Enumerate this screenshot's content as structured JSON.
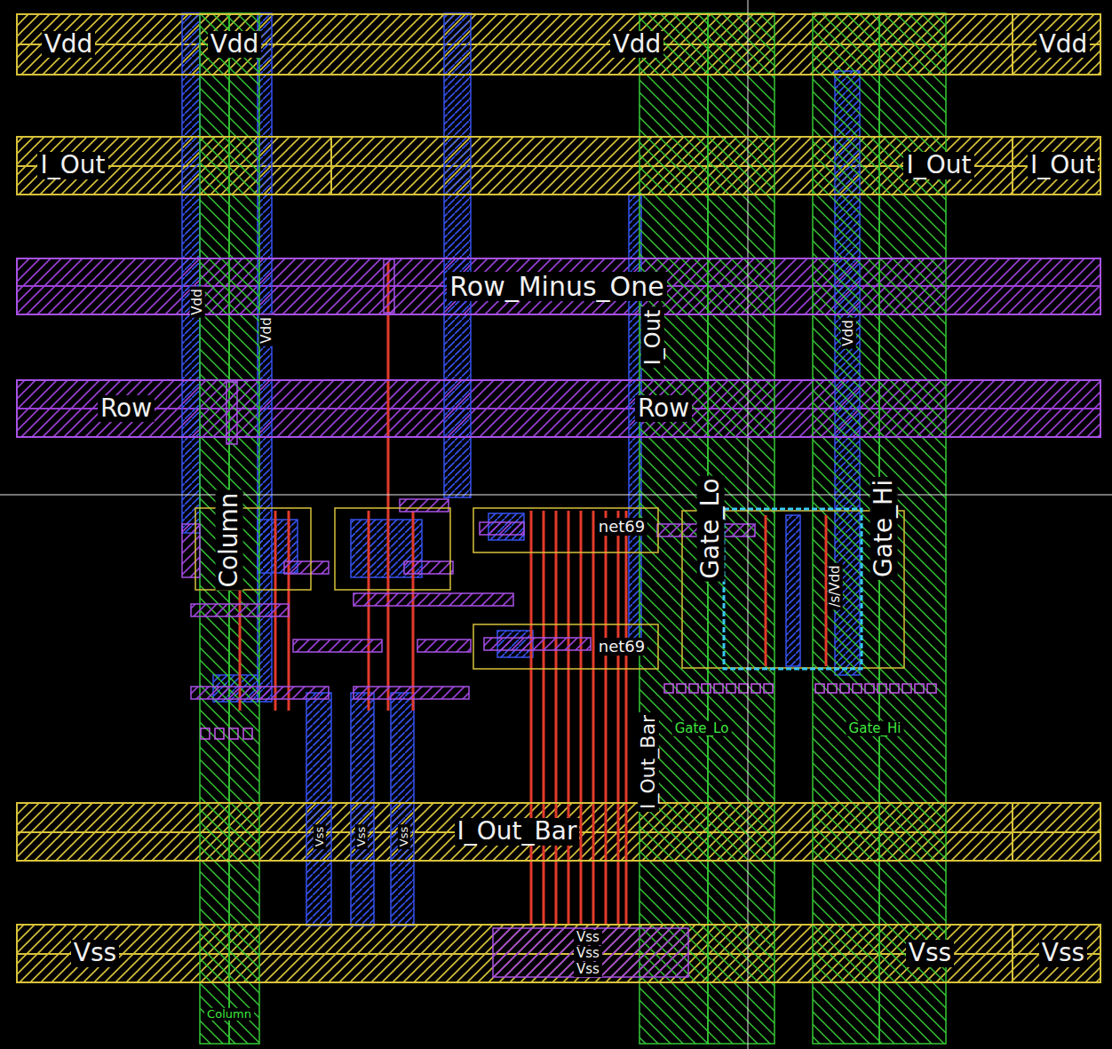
{
  "diagram": {
    "nodes": [
      {
        "text": [
          "Vdd",
          "Vdd",
          "Vdd",
          "Vdd"
        ]
      },
      {
        "text": [
          "I_Out",
          "I_Out",
          "I_Out"
        ]
      },
      {
        "text": [
          "Row_Minus_One"
        ]
      },
      {
        "text": [
          "Row",
          "Row"
        ]
      },
      {
        "text": [
          "I_Out_Bar"
        ]
      },
      {
        "text": [
          "Vss",
          "Vss",
          "Vss",
          "Vss",
          "Vss",
          "Vss"
        ]
      }
    ],
    "labels": [
      "Vdd",
      "Vdd",
      "I_Out",
      "Vdd",
      "Column",
      "net69",
      "net69",
      "Gate_Lo",
      "/s/Vdd",
      "Gate_Hi",
      "I_Out_Bar",
      "Gate_Lo",
      "Gate_Hi",
      "Vss",
      "Vss",
      "Vss",
      "Column"
    ]
  }
}
